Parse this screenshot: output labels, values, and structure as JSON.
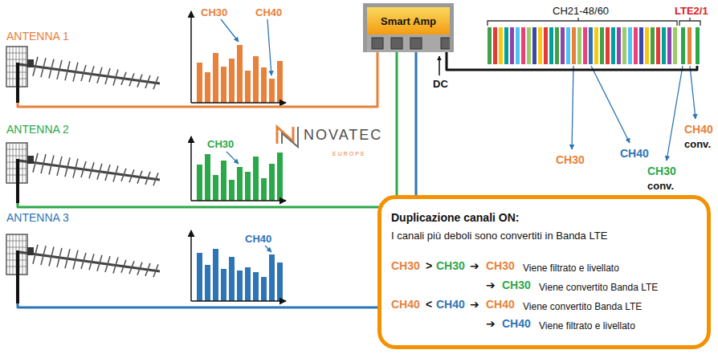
{
  "diagram": {
    "nodes": [
      {
        "text": [
          "ANTENNA 1"
        ]
      },
      {
        "text": [
          "ANTENNA 2"
        ]
      },
      {
        "text": [
          "ANTENNA 3"
        ]
      },
      {
        "text": [
          "Smart Amp"
        ]
      },
      {
        "text": [
          "CH21-48/60",
          "LTE2/1"
        ]
      },
      {
        "text": [
          "Duplicazione canali ON:",
          "I canali più deboli sono convertiti in Banda LTE",
          "CH30",
          ">",
          "CH30",
          "➔",
          "CH30",
          "Viene filtrato e livellato",
          "➔",
          "CH30",
          "Viene convertito Banda LTE",
          "CH40",
          "<",
          "CH40",
          "➔",
          "CH40",
          "Viene convertito Banda LTE",
          "➔",
          "CH40",
          "Viene filtrato e livellato"
        ]
      }
    ],
    "edges": [
      {
        "from": 0,
        "to": 3,
        "arrow": "none"
      },
      {
        "from": 1,
        "to": 3,
        "arrow": "none"
      },
      {
        "from": 2,
        "to": 3,
        "arrow": "none"
      },
      {
        "from": 3,
        "to": 4,
        "arrow": "none"
      }
    ],
    "labels": [
      "CH30",
      "CH40",
      "CH30",
      "CH40",
      "NOVATEC",
      "EUROPE",
      "DC",
      "CH30",
      "CH40",
      "CH40",
      "conv.",
      "CH30",
      "conv."
    ]
  }
}
